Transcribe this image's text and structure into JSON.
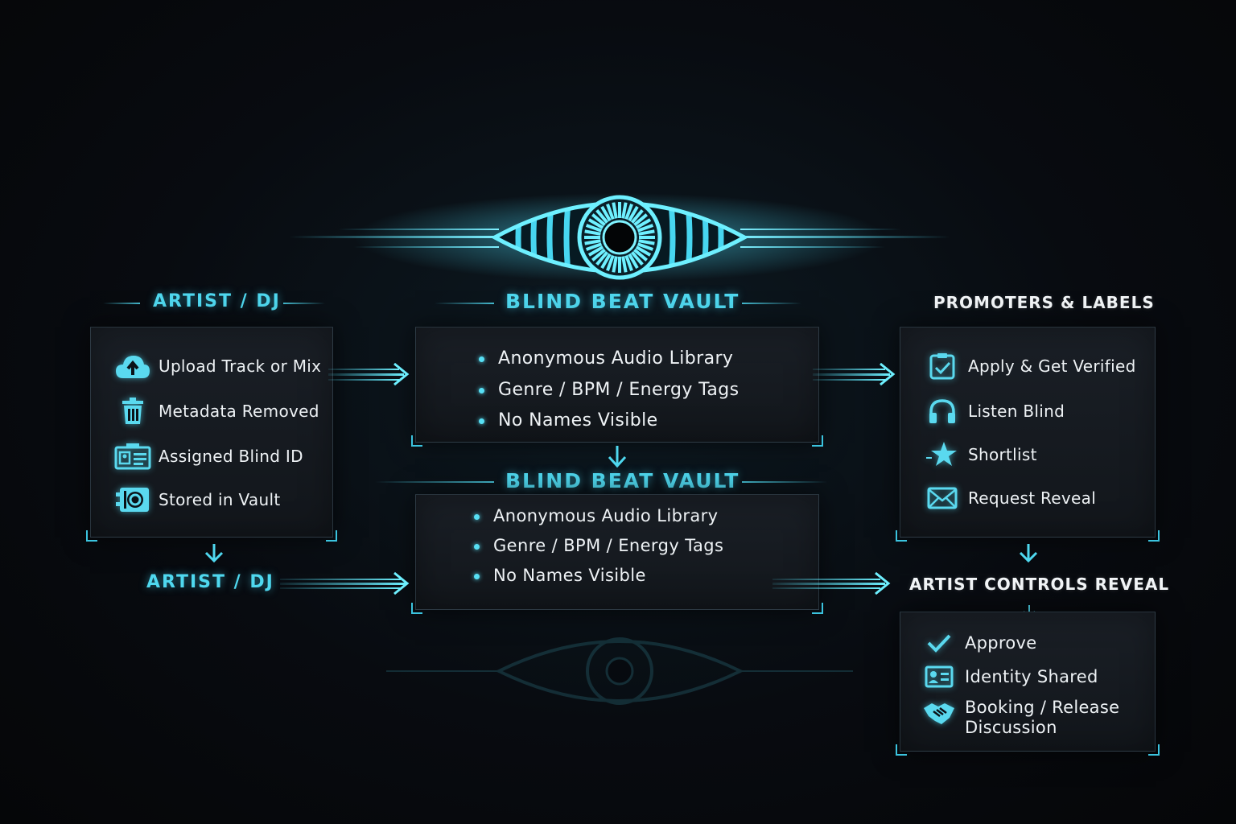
{
  "diagram": {
    "artist_heading": "ARTIST / DJ",
    "vault_heading": "BLIND BEAT VAULT",
    "promoters_heading": "PROMOTERS & LABELS",
    "artist_steps": [
      {
        "icon": "cloud-upload-icon",
        "label": "Upload Track or Mix"
      },
      {
        "icon": "trash-icon",
        "label": "Metadata Removed"
      },
      {
        "icon": "id-card-icon",
        "label": "Assigned Blind ID"
      },
      {
        "icon": "vault-icon",
        "label": "Stored in Vault"
      }
    ],
    "vault_features": [
      "Anonymous Audio Library",
      "Genre / BPM / Energy Tags",
      "No Names Visible"
    ],
    "promoter_steps": [
      {
        "icon": "clipboard-check-icon",
        "label": "Apply & Get Verified"
      },
      {
        "icon": "headphones-icon",
        "label": "Listen Blind"
      },
      {
        "icon": "star-icon",
        "label": "Shortlist"
      },
      {
        "icon": "envelope-icon",
        "label": "Request Reveal"
      }
    ],
    "artist_heading_2": "ARTIST / DJ",
    "vault_heading_2": "BLIND BEAT VAULT",
    "vault_features_2": [
      "Anonymous Audio Library",
      "Genre / BPM / Energy Tags",
      "No Names Visible"
    ],
    "reveal_heading": "ARTIST CONTROLS REVEAL",
    "reveal_steps": [
      {
        "icon": "checkmark-icon",
        "label": "Approve"
      },
      {
        "icon": "identity-card-icon",
        "label": "Identity Shared"
      },
      {
        "icon": "handshake-icon",
        "label": "Booking / Release",
        "label_2": "Discussion"
      }
    ]
  },
  "colors": {
    "accent": "#4fd8ef",
    "background": "#080b10",
    "panel": "#161a20",
    "text": "#eef2f5"
  }
}
